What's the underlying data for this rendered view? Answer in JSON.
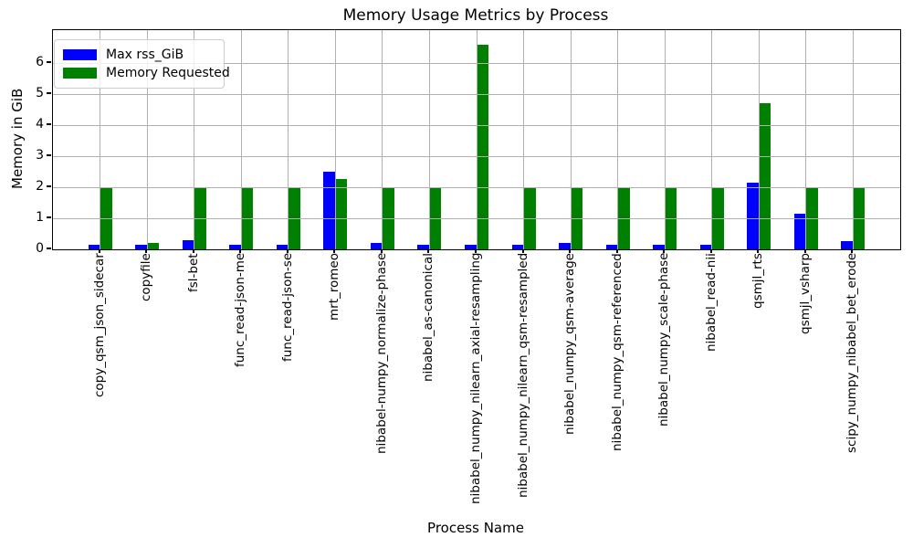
{
  "chart_data": {
    "type": "bar",
    "title": "Memory Usage Metrics by Process",
    "xlabel": "Process Name",
    "ylabel": "Memory in GiB",
    "ylim": [
      0,
      7.06
    ],
    "yticks": [
      0,
      1,
      2,
      3,
      4,
      5,
      6
    ],
    "grid": true,
    "grid_color": "#b0b0b0",
    "grid_over_bars": true,
    "legend_position": "upper-left",
    "categories": [
      "copy_qsm_json_sidecar",
      "copyfile",
      "fsl-bet",
      "func_read-json-me",
      "func_read-json-se",
      "mrt_romeo",
      "nibabel-numpy_normalize-phase",
      "nibabel_as-canonical",
      "nibabel_numpy_nilearn_axial-resampling",
      "nibabel_numpy_nilearn_qsm-resampled",
      "nibabel_numpy_qsm-average",
      "nibabel_numpy_qsm-referenced",
      "nibabel_numpy_scale-phase",
      "nibabel_read-nii",
      "qsmjl_rts",
      "qsmjl_vsharp",
      "scipy_numpy_nibabel_bet_erode"
    ],
    "series": [
      {
        "name": "Max rss_GiB",
        "color": "#0000ff",
        "values": [
          0.15,
          0.15,
          0.28,
          0.15,
          0.15,
          2.5,
          0.2,
          0.15,
          0.15,
          0.15,
          0.2,
          0.15,
          0.15,
          0.15,
          2.15,
          1.15,
          0.27
        ]
      },
      {
        "name": "Memory Requested",
        "color": "#008000",
        "values": [
          2.0,
          0.2,
          2.0,
          2.0,
          2.0,
          2.27,
          2.0,
          2.0,
          6.6,
          2.0,
          2.0,
          2.0,
          2.0,
          2.0,
          4.7,
          2.0,
          2.0
        ]
      }
    ]
  }
}
